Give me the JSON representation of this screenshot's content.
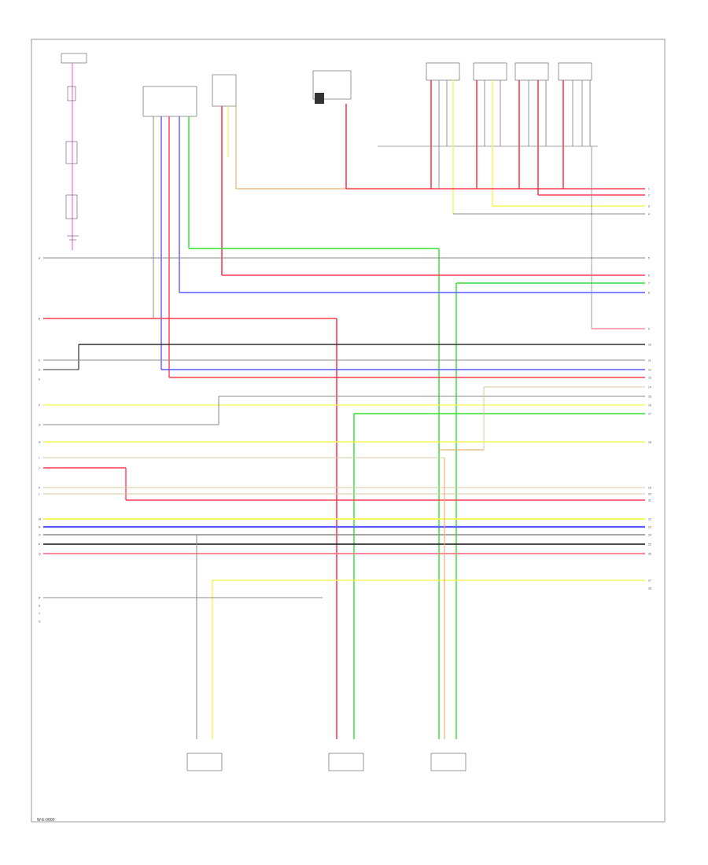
{
  "colors": {
    "red": "#ff3b4e",
    "pink": "#ff7a8c",
    "blue": "#5a5aff",
    "green": "#2fe02f",
    "yellow": "#f5f550",
    "gray": "#8a8a8a",
    "dark": "#303030",
    "tan": "#d9c9a0",
    "magenta": "#ff66ff",
    "orange": "#e8b070",
    "frame": "#9a9a9a"
  },
  "left_pin_labels": [
    "A",
    "B",
    "C",
    "D",
    "E",
    "F",
    "G",
    "H",
    "I",
    "J",
    "K",
    "L",
    "M",
    "N",
    "O",
    "P",
    "Q",
    "R",
    "S",
    "T",
    "U"
  ],
  "right_pin_labels": [
    "1",
    "2",
    "3",
    "4",
    "5",
    "6",
    "7",
    "8",
    "9",
    "10",
    "11",
    "12",
    "13",
    "14",
    "15",
    "16",
    "17",
    "18",
    "19",
    "20",
    "21",
    "22",
    "23",
    "24",
    "25",
    "26",
    "27",
    "28"
  ],
  "footer": "W-E-0000"
}
